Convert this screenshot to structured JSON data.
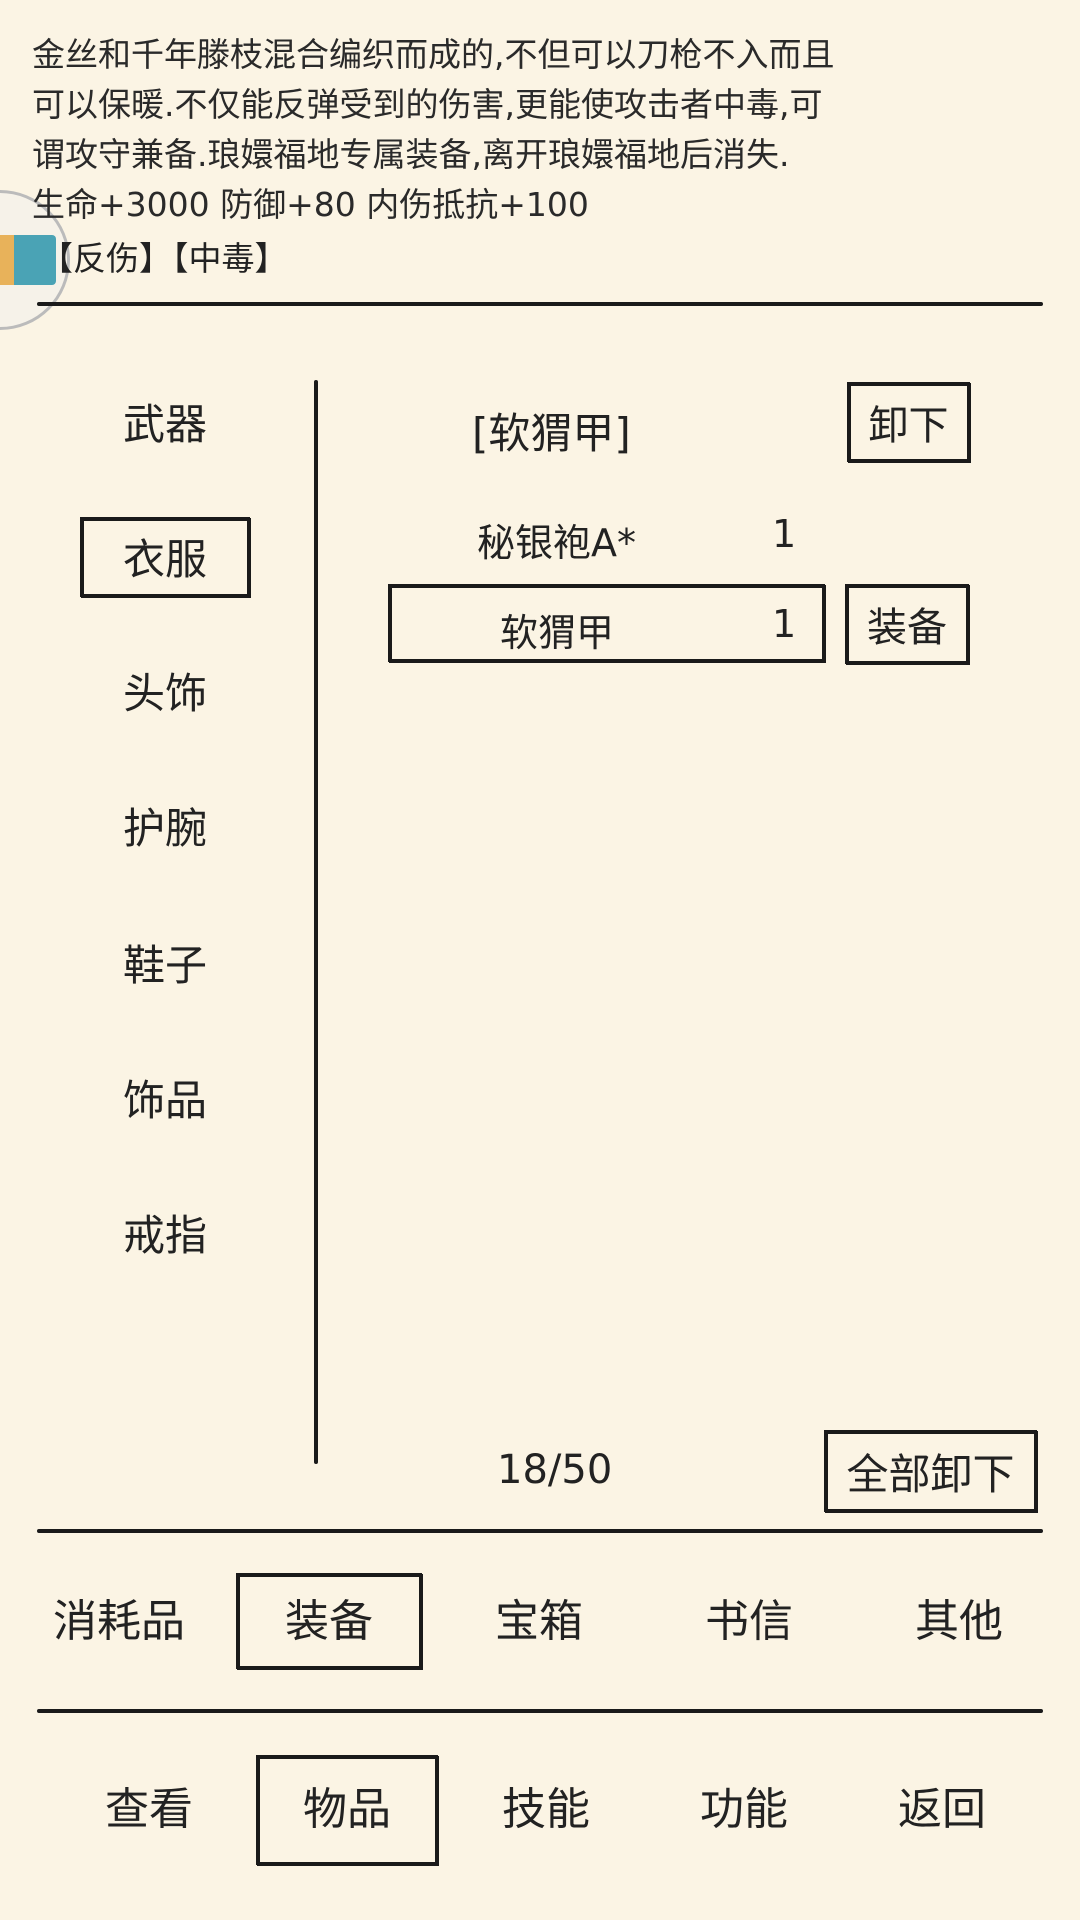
{
  "description": {
    "lines": [
      "金丝和千年滕枝混合编织而成的,不但可以刀枪不入而且",
      "可以保暖.不仅能反弹受到的伤害,更能使攻击者中毒,可",
      "谓攻守兼备.琅嬛福地专属装备,离开琅嬛福地后消失.",
      "生命+3000 防御+80 内伤抵抗+100"
    ],
    "tags": "【反伤】【中毒】"
  },
  "categories": [
    "武器",
    "衣服",
    "头饰",
    "护腕",
    "鞋子",
    "饰品",
    "戒指"
  ],
  "selected_category": "衣服",
  "equipped": {
    "name": "[软猬甲]",
    "unequip_label": "卸下"
  },
  "items": [
    {
      "name": "秘银袍A*",
      "count": "1"
    },
    {
      "name": "软猬甲",
      "count": "1",
      "action": "装备"
    }
  ],
  "capacity": "18/50",
  "unequip_all_label": "全部卸下",
  "item_tabs": [
    "消耗品",
    "装备",
    "宝箱",
    "书信",
    "其他"
  ],
  "selected_item_tab": "装备",
  "bottom_nav": [
    "查看",
    "物品",
    "技能",
    "功能",
    "返回"
  ],
  "selected_bottom_nav": "物品"
}
